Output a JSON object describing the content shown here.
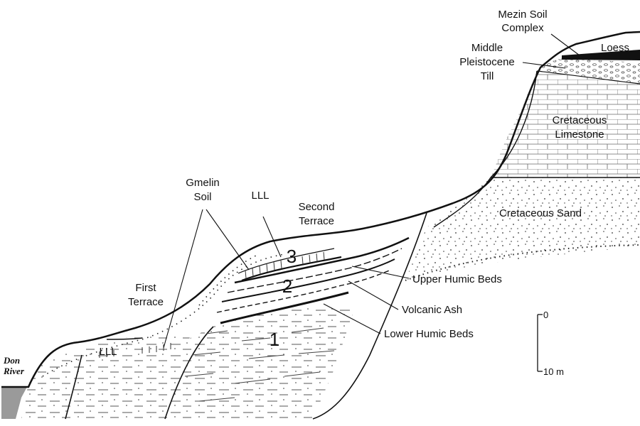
{
  "labels": {
    "mezin_1": "Mezin Soil",
    "mezin_2": "Complex",
    "loess": "Loess",
    "till_1": "Middle",
    "till_2": "Pleistocene",
    "till_3": "Till",
    "limestone_1": "Cretaceous",
    "limestone_2": "Limestone",
    "sand": "Cretaceous Sand",
    "gmelin_1": "Gmelin",
    "gmelin_2": "Soil",
    "lll_upper": "LLL",
    "second_terrace_1": "Second",
    "second_terrace_2": "Terrace",
    "first_terrace_1": "First",
    "first_terrace_2": "Terrace",
    "lll_lower": "LLL",
    "upper_humic": "Upper Humic Beds",
    "volcanic_ash": "Volcanic Ash",
    "lower_humic": "Lower Humic Beds",
    "don_1": "Don",
    "don_2": "River",
    "unit_1": "1",
    "unit_2": "2",
    "unit_3": "3"
  },
  "scale": {
    "top": "0",
    "bottom": "10 m"
  }
}
